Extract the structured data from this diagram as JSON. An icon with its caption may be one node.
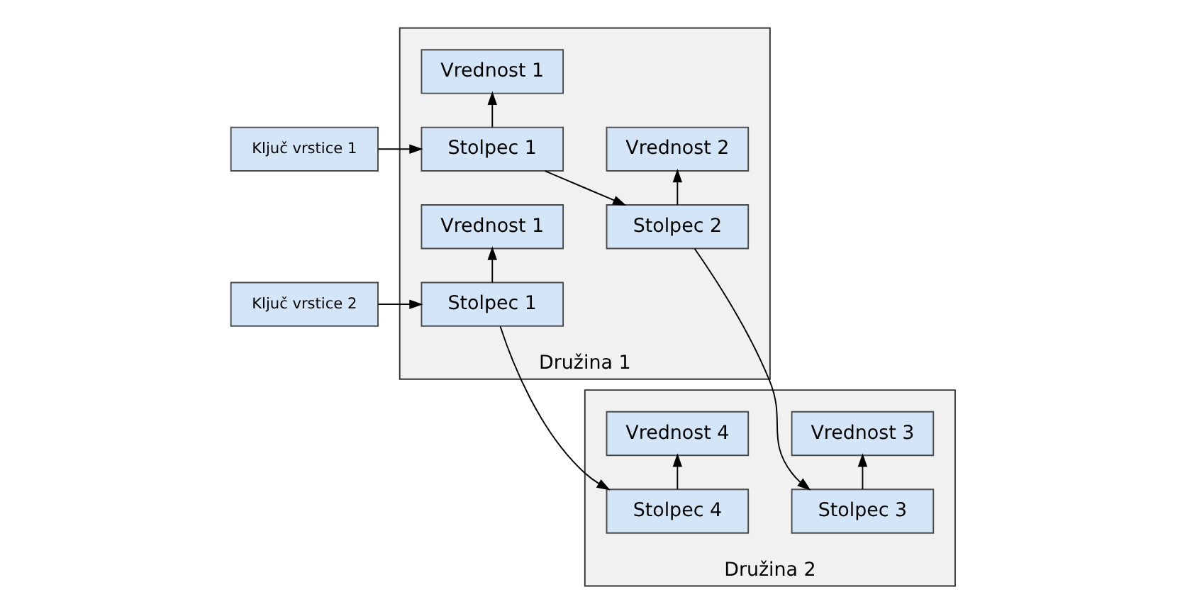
{
  "diagram": {
    "nodes": [
      {
        "text": [
          "Ključ vrstice 1"
        ]
      },
      {
        "text": [
          "Družina 1"
        ]
      },
      {
        "text": [
          "Stolpec 1"
        ],
        "in": 1
      },
      {
        "text": [
          "Stolpec 2"
        ],
        "in": 1
      },
      {
        "text": [
          "Vrednost 1"
        ],
        "in": 1
      },
      {
        "text": [
          "Vrednost 2"
        ],
        "in": 1
      },
      {
        "text": [
          "Družina 2"
        ]
      },
      {
        "text": [
          "Stolpec 3"
        ],
        "in": 6
      },
      {
        "text": [
          "Vrednost 3"
        ],
        "in": 6
      },
      {
        "text": [
          "Ključ vrstice 2"
        ]
      },
      {
        "text": [
          "Stolpec 1"
        ],
        "in": 1
      },
      {
        "text": [
          "Vrednost 1"
        ],
        "in": 1
      },
      {
        "text": [
          "Stolpec 4"
        ],
        "in": 6
      },
      {
        "text": [
          "Vrednost 4"
        ],
        "in": 6
      }
    ],
    "edges": [
      {
        "from": 0,
        "to": 2,
        "arrow": "to"
      },
      {
        "from": 2,
        "to": 3,
        "arrow": "to"
      },
      {
        "from": 3,
        "to": 7,
        "arrow": "to"
      },
      {
        "from": 2,
        "to": 4,
        "arrow": "to"
      },
      {
        "from": 3,
        "to": 5,
        "arrow": "to"
      },
      {
        "from": 7,
        "to": 8,
        "arrow": "to"
      },
      {
        "from": 9,
        "to": 10,
        "arrow": "to"
      },
      {
        "from": 10,
        "to": 12,
        "arrow": "to"
      },
      {
        "from": 10,
        "to": 11,
        "arrow": "to"
      },
      {
        "from": 12,
        "to": 13,
        "arrow": "to"
      }
    ]
  }
}
